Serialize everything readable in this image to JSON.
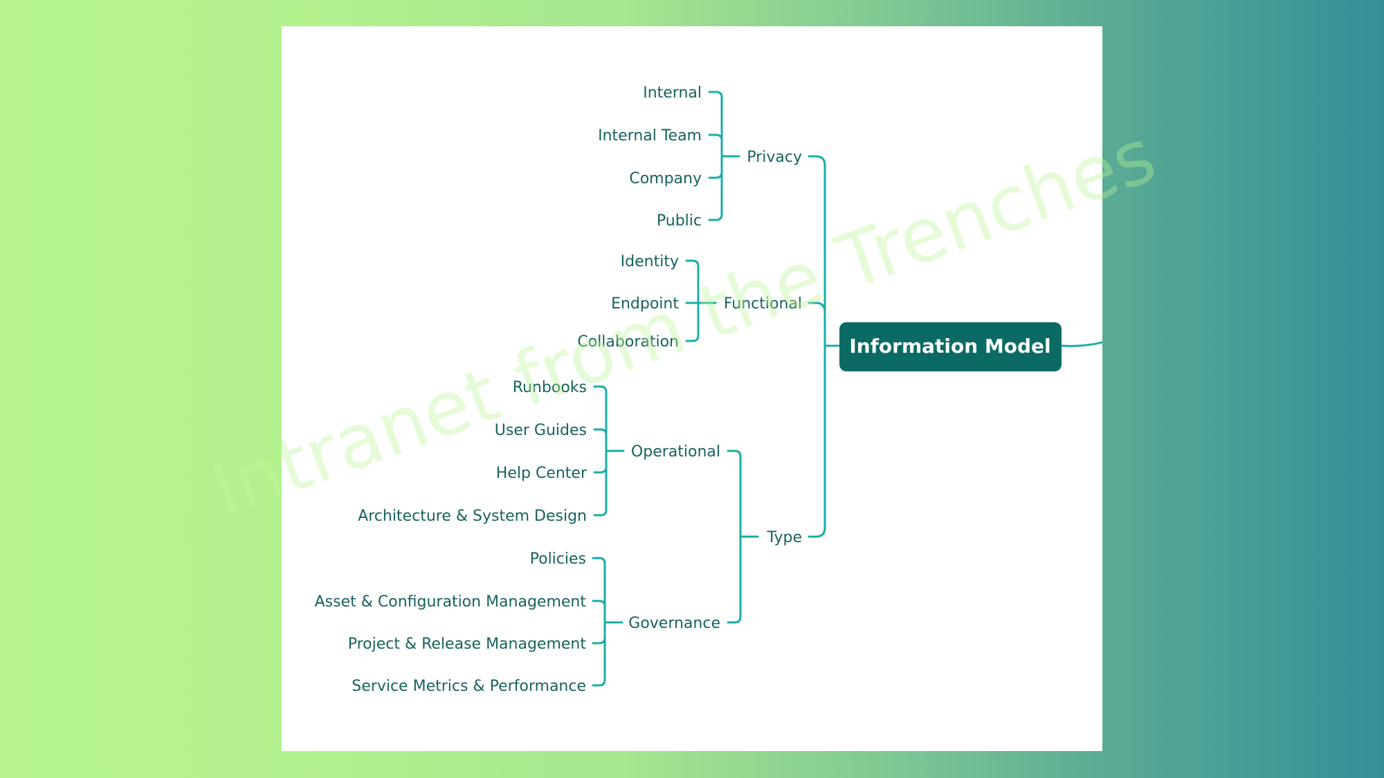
{
  "diagram": {
    "root": "Information Model",
    "branches": {
      "privacy": {
        "label": "Privacy",
        "children": [
          "Internal",
          "Internal Team",
          "Company",
          "Public"
        ]
      },
      "functional": {
        "label": "Functional",
        "children": [
          "Identity",
          "Endpoint",
          "Collaboration"
        ]
      },
      "type": {
        "label": "Type",
        "operational": {
          "label": "Operational",
          "children": [
            "Runbooks",
            "User Guides",
            "Help Center",
            "Architecture & System Design"
          ]
        },
        "governance": {
          "label": "Governance",
          "children": [
            "Policies",
            "Asset & Configuration Management",
            "Project & Release Management",
            "Service Metrics & Performance"
          ]
        }
      }
    }
  },
  "watermark": "Intranet from the Trenches",
  "colors": {
    "connector": "#17ada6",
    "label": "#17625c",
    "root_fill": "#0b6b64",
    "root_text": "#ffffff",
    "card": "#ffffff"
  }
}
